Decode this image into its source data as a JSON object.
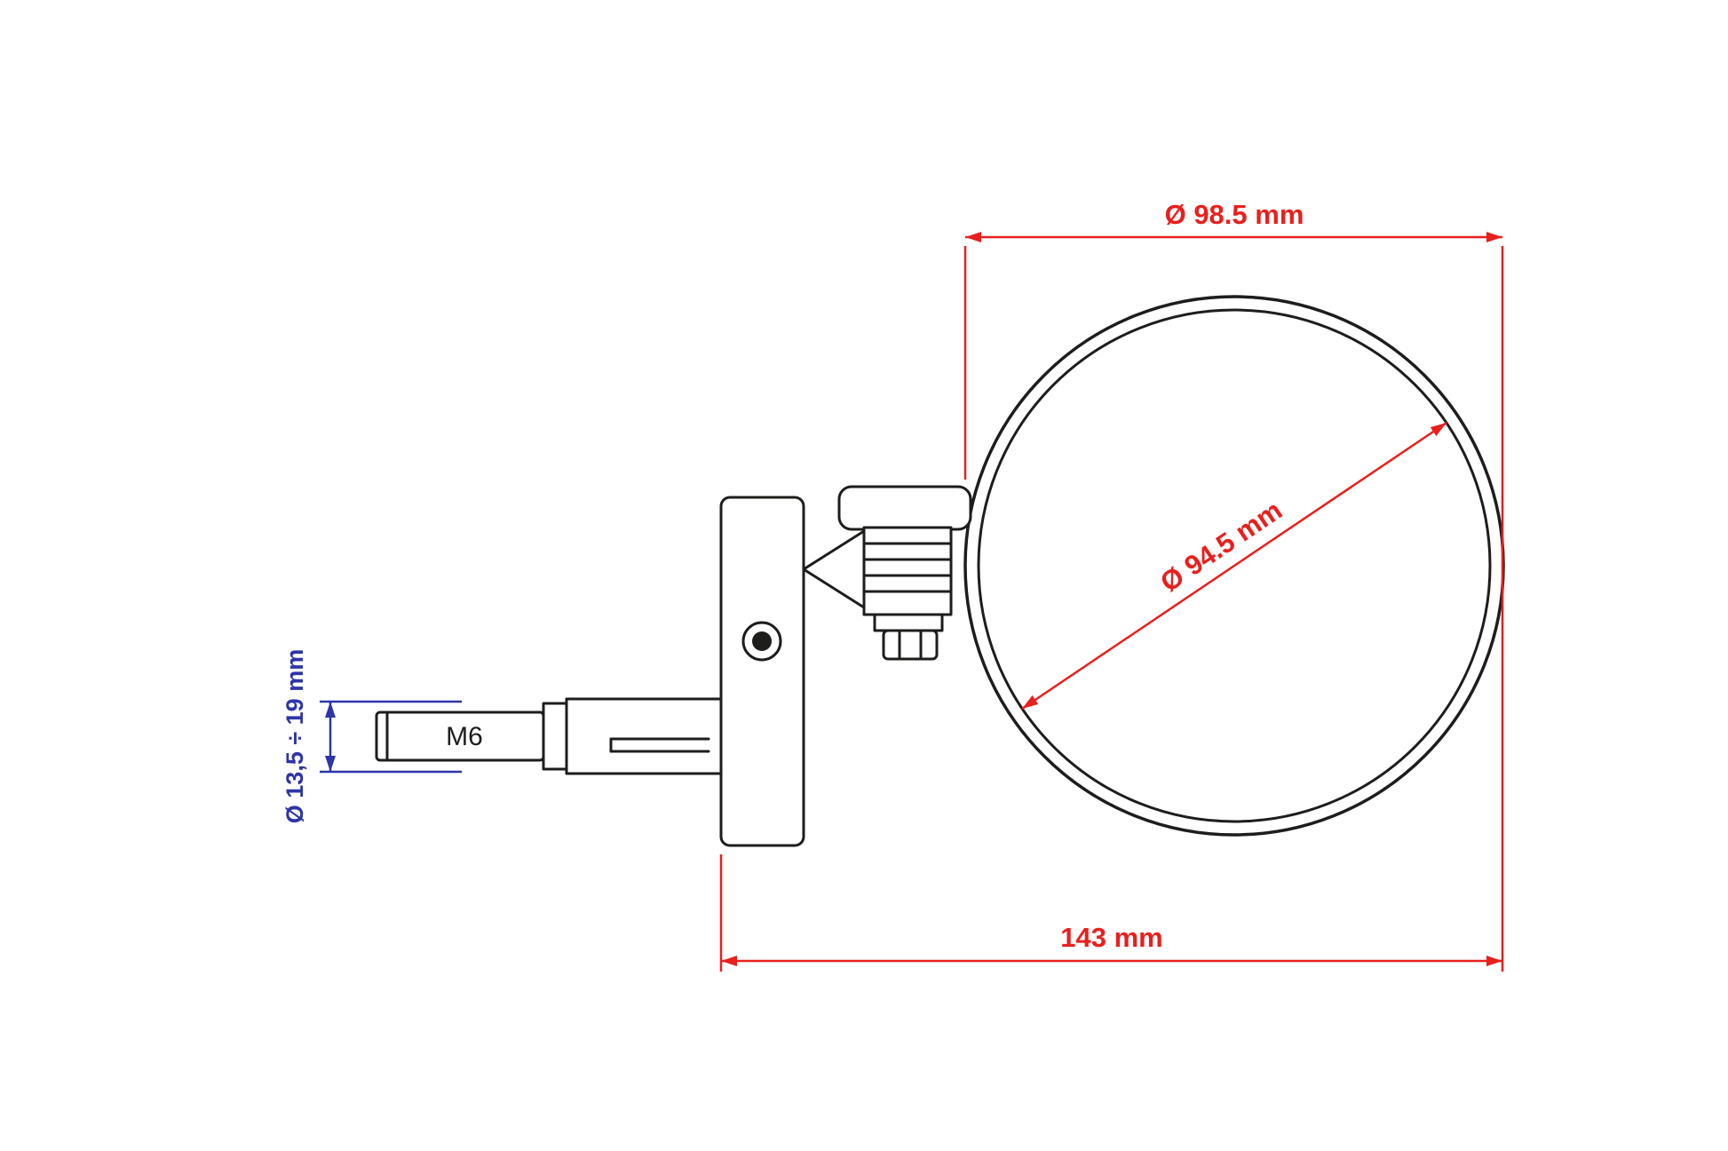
{
  "drawing": {
    "dimensions": {
      "outer_diameter_label": "Ø 98.5 mm",
      "glass_diameter_label": "Ø 94.5 mm",
      "overall_length_label": "143 mm",
      "mount_diameter_range_label": "Ø 13,5 ÷ 19 mm",
      "thread_label": "M6"
    },
    "colors": {
      "dimension_red": "#e8201d",
      "dimension_blue": "#2d35a8",
      "outline_black": "#1d1d1b",
      "background": "#ffffff"
    }
  }
}
